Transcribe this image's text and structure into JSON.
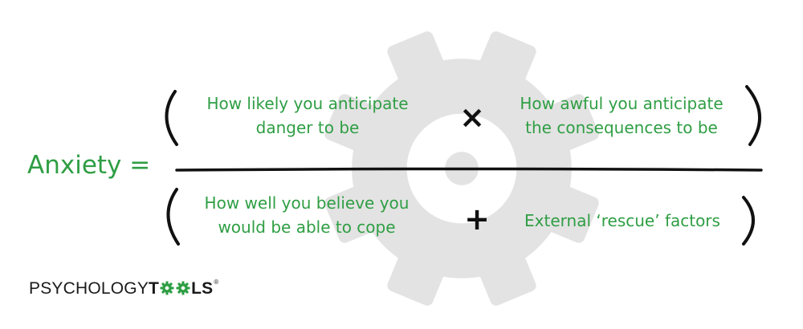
{
  "equation": {
    "lhs": "Anxiety =",
    "numerator": {
      "left_term": "How likely you anticipate\ndanger to be",
      "operator": "×",
      "right_term": "How awful you anticipate\nthe consequences to be"
    },
    "denominator": {
      "left_term": "How well you believe you\nwould be able to cope",
      "operator": "+",
      "right_term": "External ‘rescue’ factors"
    }
  },
  "logo": {
    "psychology": "PSYCHOLOGY",
    "t": "T",
    "ls": "LS",
    "registered": "®",
    "gear_icon": "gear-icon"
  },
  "colors": {
    "accent_green": "#2f9e44",
    "gear_grey": "#e3e3e3",
    "ink": "#111111"
  }
}
